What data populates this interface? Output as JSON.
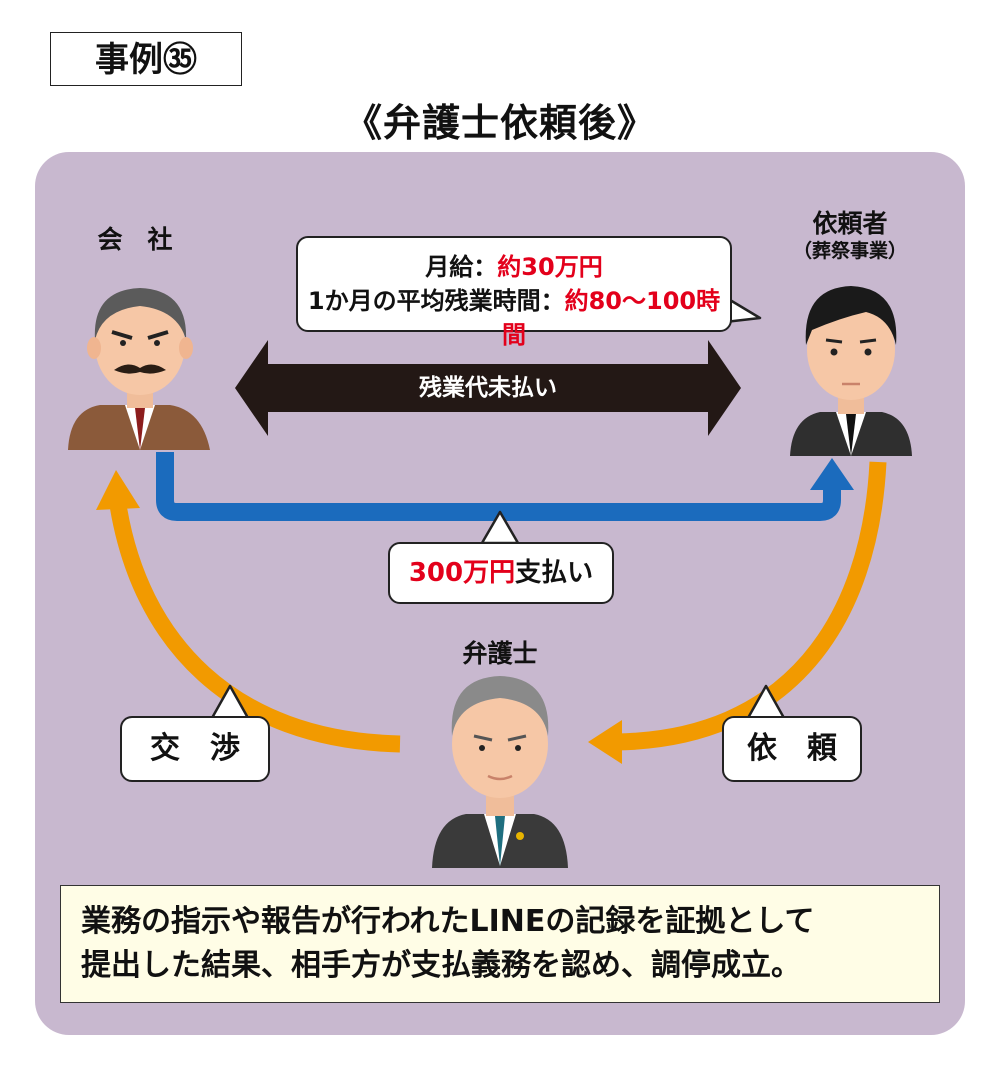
{
  "case_label": "事例㉟",
  "title": "《弁護士依頼後》",
  "company": {
    "label": "会　社"
  },
  "client": {
    "label": "依頼者",
    "sub_label": "（葬祭事業）"
  },
  "lawyer": {
    "label": "弁護士"
  },
  "salary_bubble": {
    "line1_prefix": "月給：",
    "line1_value": "約30万円",
    "line2_prefix": "1か月の平均残業時間：",
    "line2_value": "約80〜100時間"
  },
  "arrow_label": "残業代未払い",
  "payment_bubble": {
    "amount": "300万円",
    "suffix": "支払い"
  },
  "negotiation_bubble": "交　渉",
  "request_bubble": "依　頼",
  "summary": {
    "line1": "業務の指示や報告が行われたLINEの記録を証拠として",
    "line2": "提出した結果、相手方が支払義務を認め、調停成立。"
  },
  "colors": {
    "panel": "#c8b8cf",
    "accent_red": "#e3001b",
    "orange_arrow": "#f29a00",
    "blue_arrow": "#1b6bbd",
    "dark_arrow": "#231815"
  }
}
